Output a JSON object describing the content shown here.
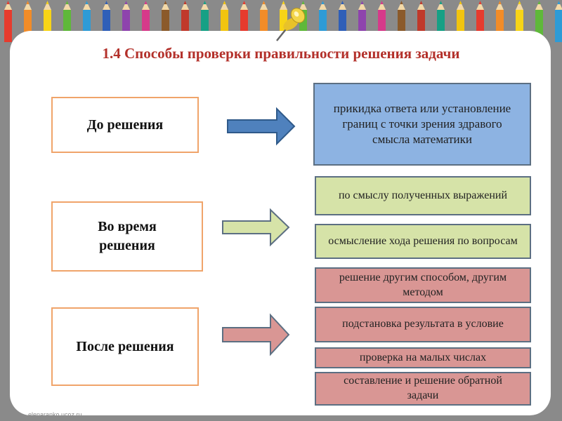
{
  "title": "1.4 Способы проверки правильности решения задачи",
  "stages": [
    {
      "label": "До решения"
    },
    {
      "label": "Во время решения"
    },
    {
      "label": "После решения"
    }
  ],
  "before": {
    "text": "прикидка ответа или установление границ с точки зрения здравого смысла математики"
  },
  "during": [
    {
      "text": "по смыслу полученных выражений"
    },
    {
      "text": "осмысление хода решения по вопросам"
    }
  ],
  "after": [
    {
      "text": "решение другим способом, другим методом"
    },
    {
      "text": "подстановка результата в условие"
    },
    {
      "text": "проверка на малых числах"
    },
    {
      "text": "составление и решение обратной задачи"
    }
  ],
  "watermark": "elenaranko.ucoz.ru",
  "colors": {
    "title": "#b3302a",
    "stage_border": "#f0a46a",
    "blue": "#8db3e2",
    "green": "#d6e3a8",
    "red": "#d99694"
  }
}
